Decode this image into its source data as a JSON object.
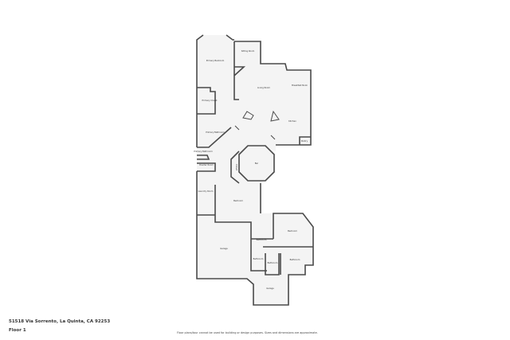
{
  "address": "51518 Via Sorrento, La Quinta, CA 92253",
  "floor_label": "Floor 1",
  "disclaimer": "Floor plans/tour cannot be used for building or design purposes. Sizes and dimensions are approximate.",
  "rooms": [
    {
      "name": "Primary Bedroom"
    },
    {
      "name": "Sitting Room"
    },
    {
      "name": "Living Room"
    },
    {
      "name": "Breakfast Nook"
    },
    {
      "name": "Primary Closet"
    },
    {
      "name": "Kitchen"
    },
    {
      "name": "Pantry"
    },
    {
      "name": "Primary Bathroom"
    },
    {
      "name": "Primary Bathroom"
    },
    {
      "name": "Powder Room"
    },
    {
      "name": "Bar"
    },
    {
      "name": "Closet"
    },
    {
      "name": "Laundry Room"
    },
    {
      "name": "Bedroom"
    },
    {
      "name": "Bedroom"
    },
    {
      "name": "Bathroom"
    },
    {
      "name": "Garage"
    },
    {
      "name": "Bathroom"
    },
    {
      "name": "Bathroom"
    },
    {
      "name": "Bathroom"
    },
    {
      "name": "Garage"
    }
  ],
  "colors": {
    "floor_fill": "#f4f4f4",
    "wall": "#4a4a4a"
  }
}
